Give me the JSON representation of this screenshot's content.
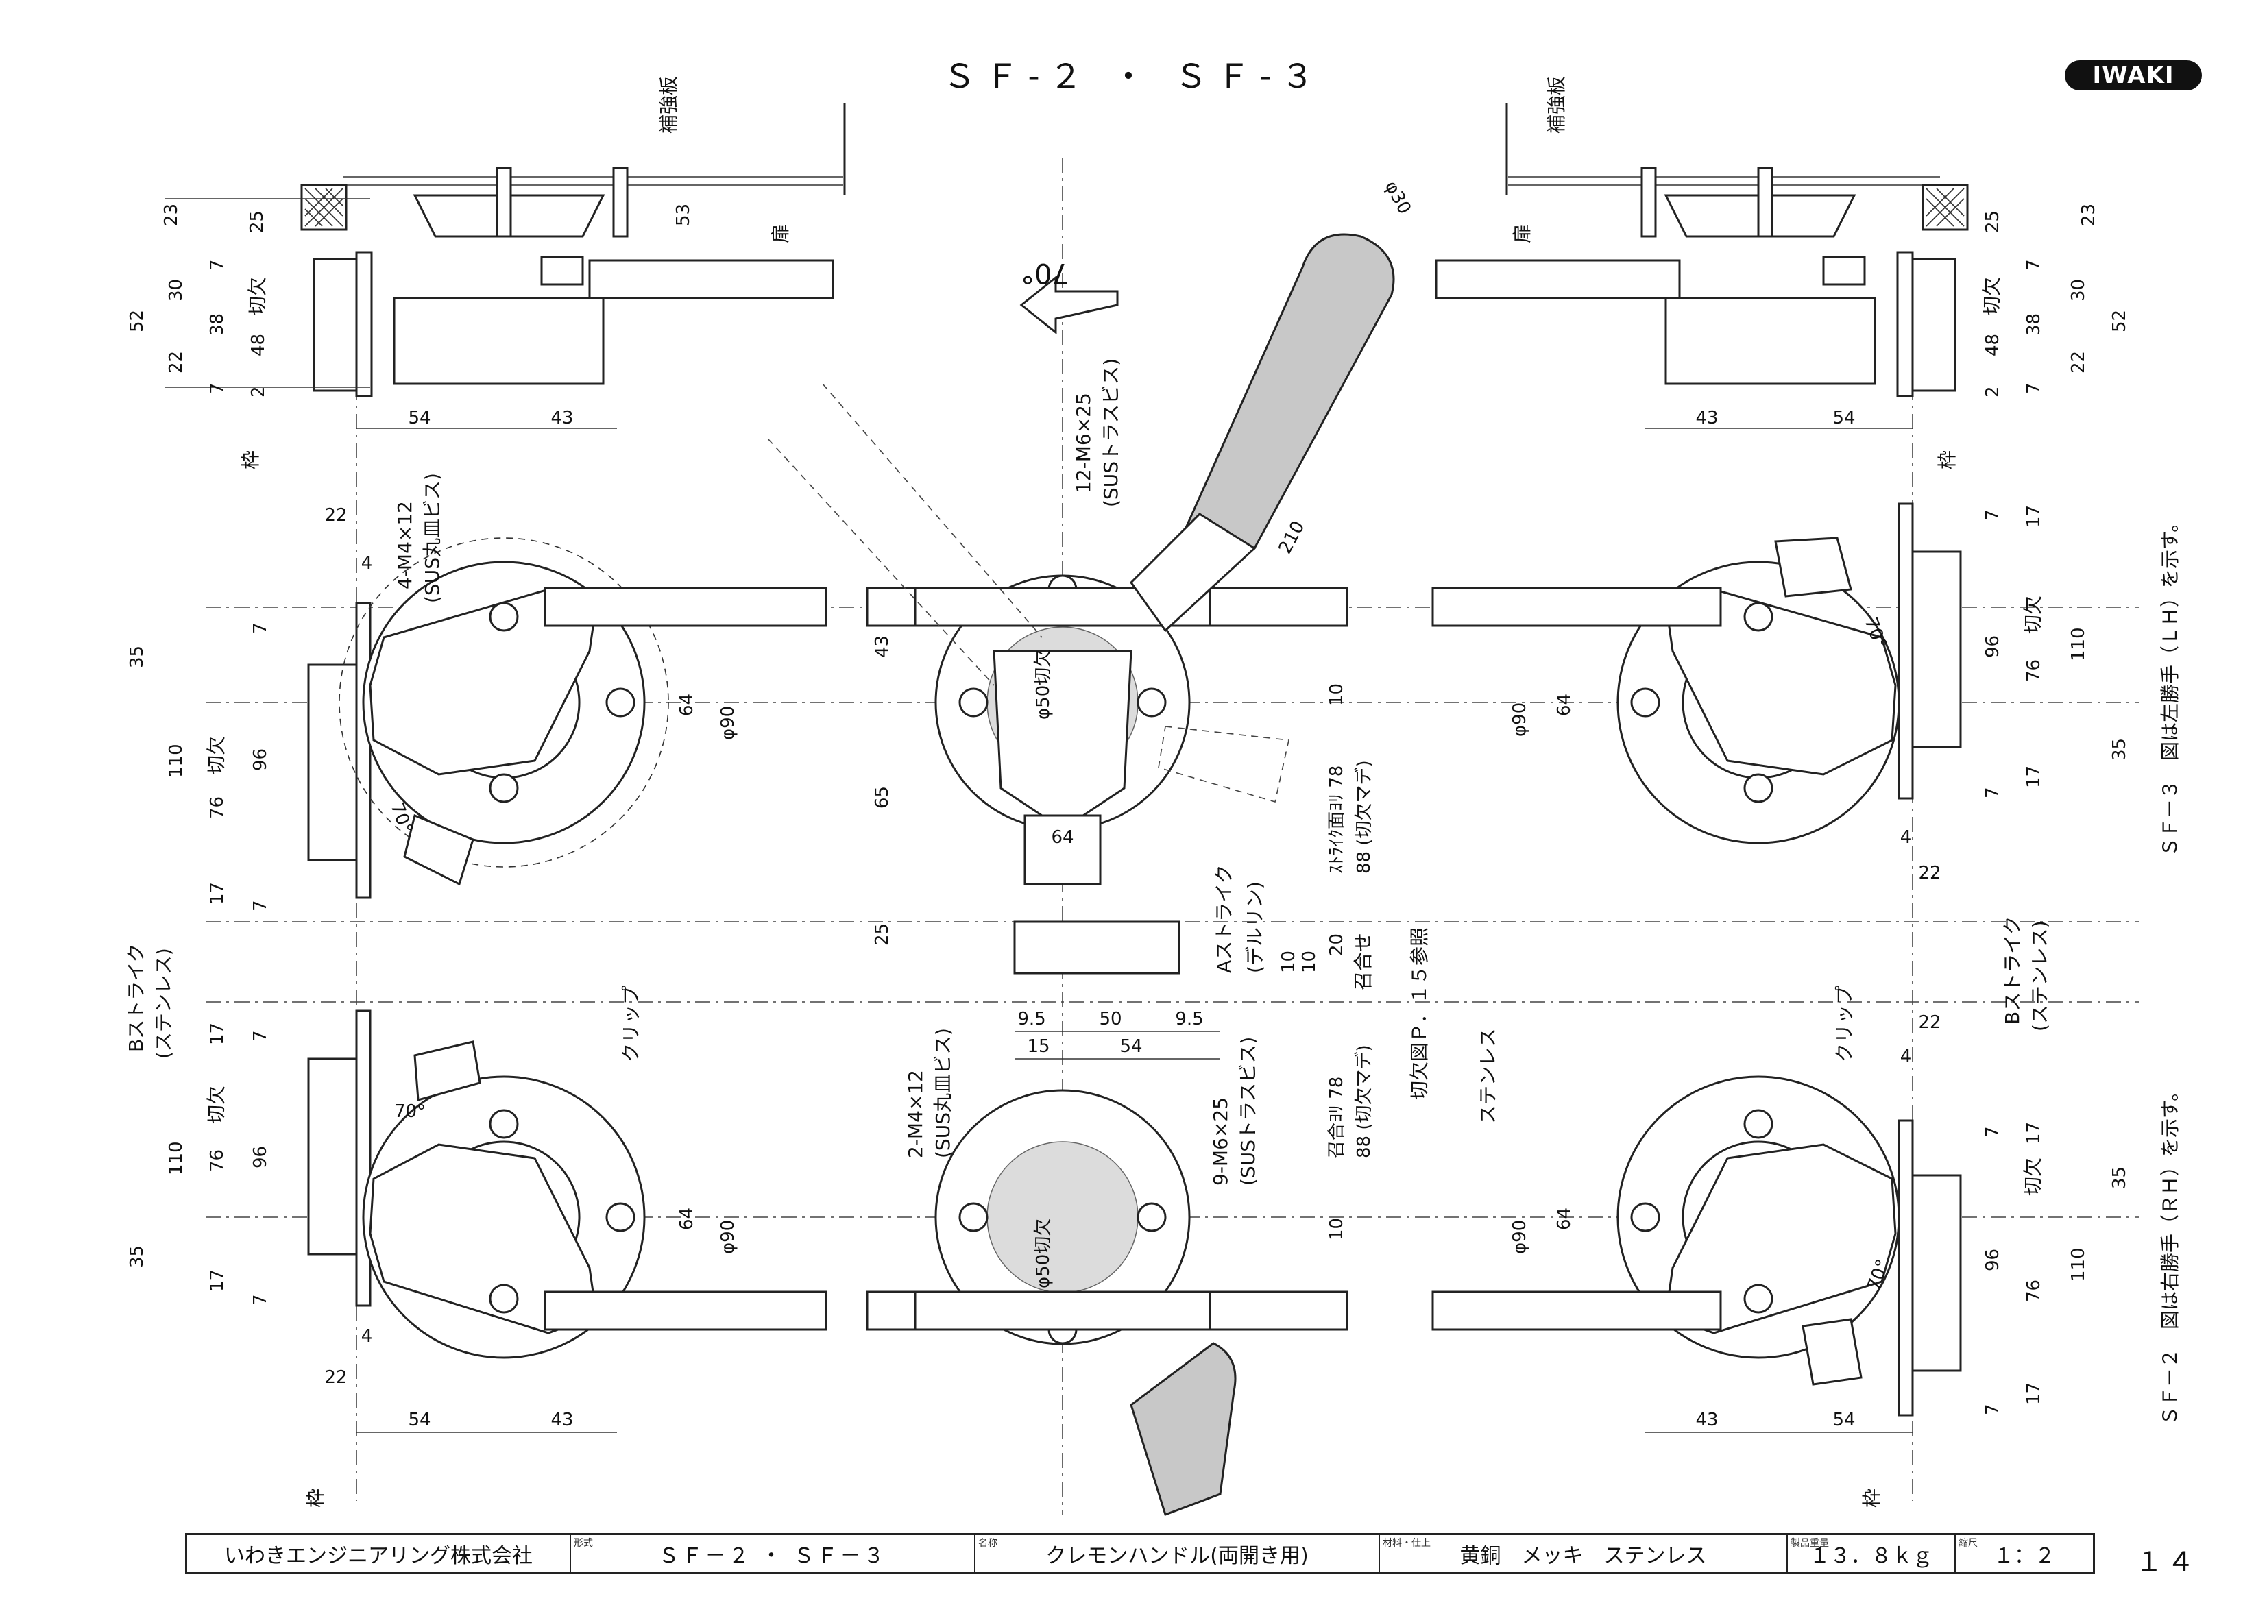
{
  "header": {
    "title": "ＳＦ-２ ・ ＳＦ-３",
    "logo": "IWAKI"
  },
  "labels": {
    "reinforce_plate": "補強板",
    "door": "扉",
    "frame": "枠",
    "cutout": "切欠",
    "rotation": "70°",
    "angle_small": "70°",
    "clip": "クリップ",
    "stainless": "ステンレス",
    "b_strike": "Bストライク",
    "b_strike_material": "(ステンレス)",
    "a_strike": "Aストライク",
    "a_strike_material": "(デルリン)",
    "screw_m4_4": "4-M4×12",
    "screw_m4_4_type": "(SUS丸皿ビス)",
    "screw_m6_12": "12-M6×25",
    "screw_m6_12_type": "(SUSトラスビス)",
    "screw_m4_2": "2-M4×12",
    "screw_m4_2_type": "(SUS丸皿ビス)",
    "screw_m6_9": "9-M6×25",
    "screw_m6_9_type": "(SUSトラスビス)",
    "cutout_ref": "切欠図Ｐ．１５参照",
    "strike_face": "ｽﾄﾗｲｸ面ﾖﾘ 78",
    "cut_to": "88 (切欠マデ)",
    "meet_face": "召合ﾖﾘ 78",
    "meet_cut": "88 (切欠マデ)",
    "meet": "召合せ",
    "lh_note": "ＳＦ－３　図は左勝手（ＬＨ）を示す。",
    "rh_note": "ＳＦ－２　図は右勝手（ＲＨ）を示す。",
    "phi30": "φ30",
    "phi50": "φ50切欠",
    "phi90": "φ90",
    "len210": "210"
  },
  "dims": {
    "d23": "23",
    "d25": "25",
    "d52": "52",
    "d30": "30",
    "d38": "38",
    "d48": "48",
    "d22": "22",
    "d7": "7",
    "d2": "2",
    "d54": "54",
    "d43": "43",
    "d53": "53",
    "d35": "35",
    "d110": "110",
    "d76": "76",
    "d96": "96",
    "d17": "17",
    "d4": "4",
    "d64": "64",
    "d65": "65",
    "d10": "10",
    "d20": "20",
    "d9_5": "9.5",
    "d50": "50",
    "d15": "15"
  },
  "title_block": {
    "company": "いわきエンジニアリング株式会社",
    "model_label": "形式",
    "model": "ＳＦ－２ ・ ＳＦ－３",
    "name_label": "名称",
    "name": "クレモンハンドル(両開き用)",
    "material_label": "材料・仕上",
    "material": "黄銅　メッキ　ステンレス",
    "weight_label": "製品重量",
    "weight": "１３．８ｋｇ",
    "scale_label": "縮尺",
    "scale": "１：２"
  },
  "page_number": "１４"
}
